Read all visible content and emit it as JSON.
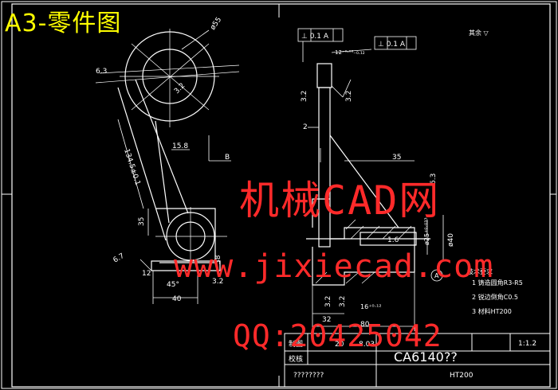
{
  "sheet_title": "A3-零件图",
  "watermark": {
    "cn": "机械CAD网",
    "url": "www.jixiecad.com",
    "qq": "QQ:20425042"
  },
  "dimensions": {
    "d55": "ø55",
    "r63": "6.3",
    "r32a": "3.2",
    "d134": "134.5±0.1",
    "d35": "35",
    "d158": "15.8",
    "secB": "B",
    "d67": "6.7",
    "d12": "12",
    "a45": "45°",
    "d40": "40",
    "d32b": "3.2",
    "d38": "38",
    "gt1": "⊥ 0.1 A",
    "gt2": "⊥ 0.1 A",
    "d12tol": "12⁻⁰·⁰⁶₋₀.₁₂",
    "d32c": "3.2",
    "d32d": "3.2",
    "d2": "2",
    "d35r": "35",
    "d63r": "6.3",
    "d16": "1.6",
    "d25": "ø25⁺⁰·⁰³³",
    "d40r": "ø40",
    "datumA": "A",
    "d32e": "32",
    "d80": "80",
    "d16tol": "16⁺⁰·¹²",
    "d32f": "3.2",
    "d32g": "3.2",
    "roughness": "其余 ▽"
  },
  "notes": {
    "title": "技术要求",
    "items": [
      "1  铸造圆角R3-R5",
      "2  锐边倒角C0.5",
      "3  材料HT200"
    ]
  },
  "title_block": {
    "drawn": "制图",
    "checked": "校核",
    "scale_num": "20",
    "rev": "8.03",
    "part_no": "CA6140??",
    "sheet": "1:1.2",
    "company": "????????",
    "material": "HT200"
  }
}
